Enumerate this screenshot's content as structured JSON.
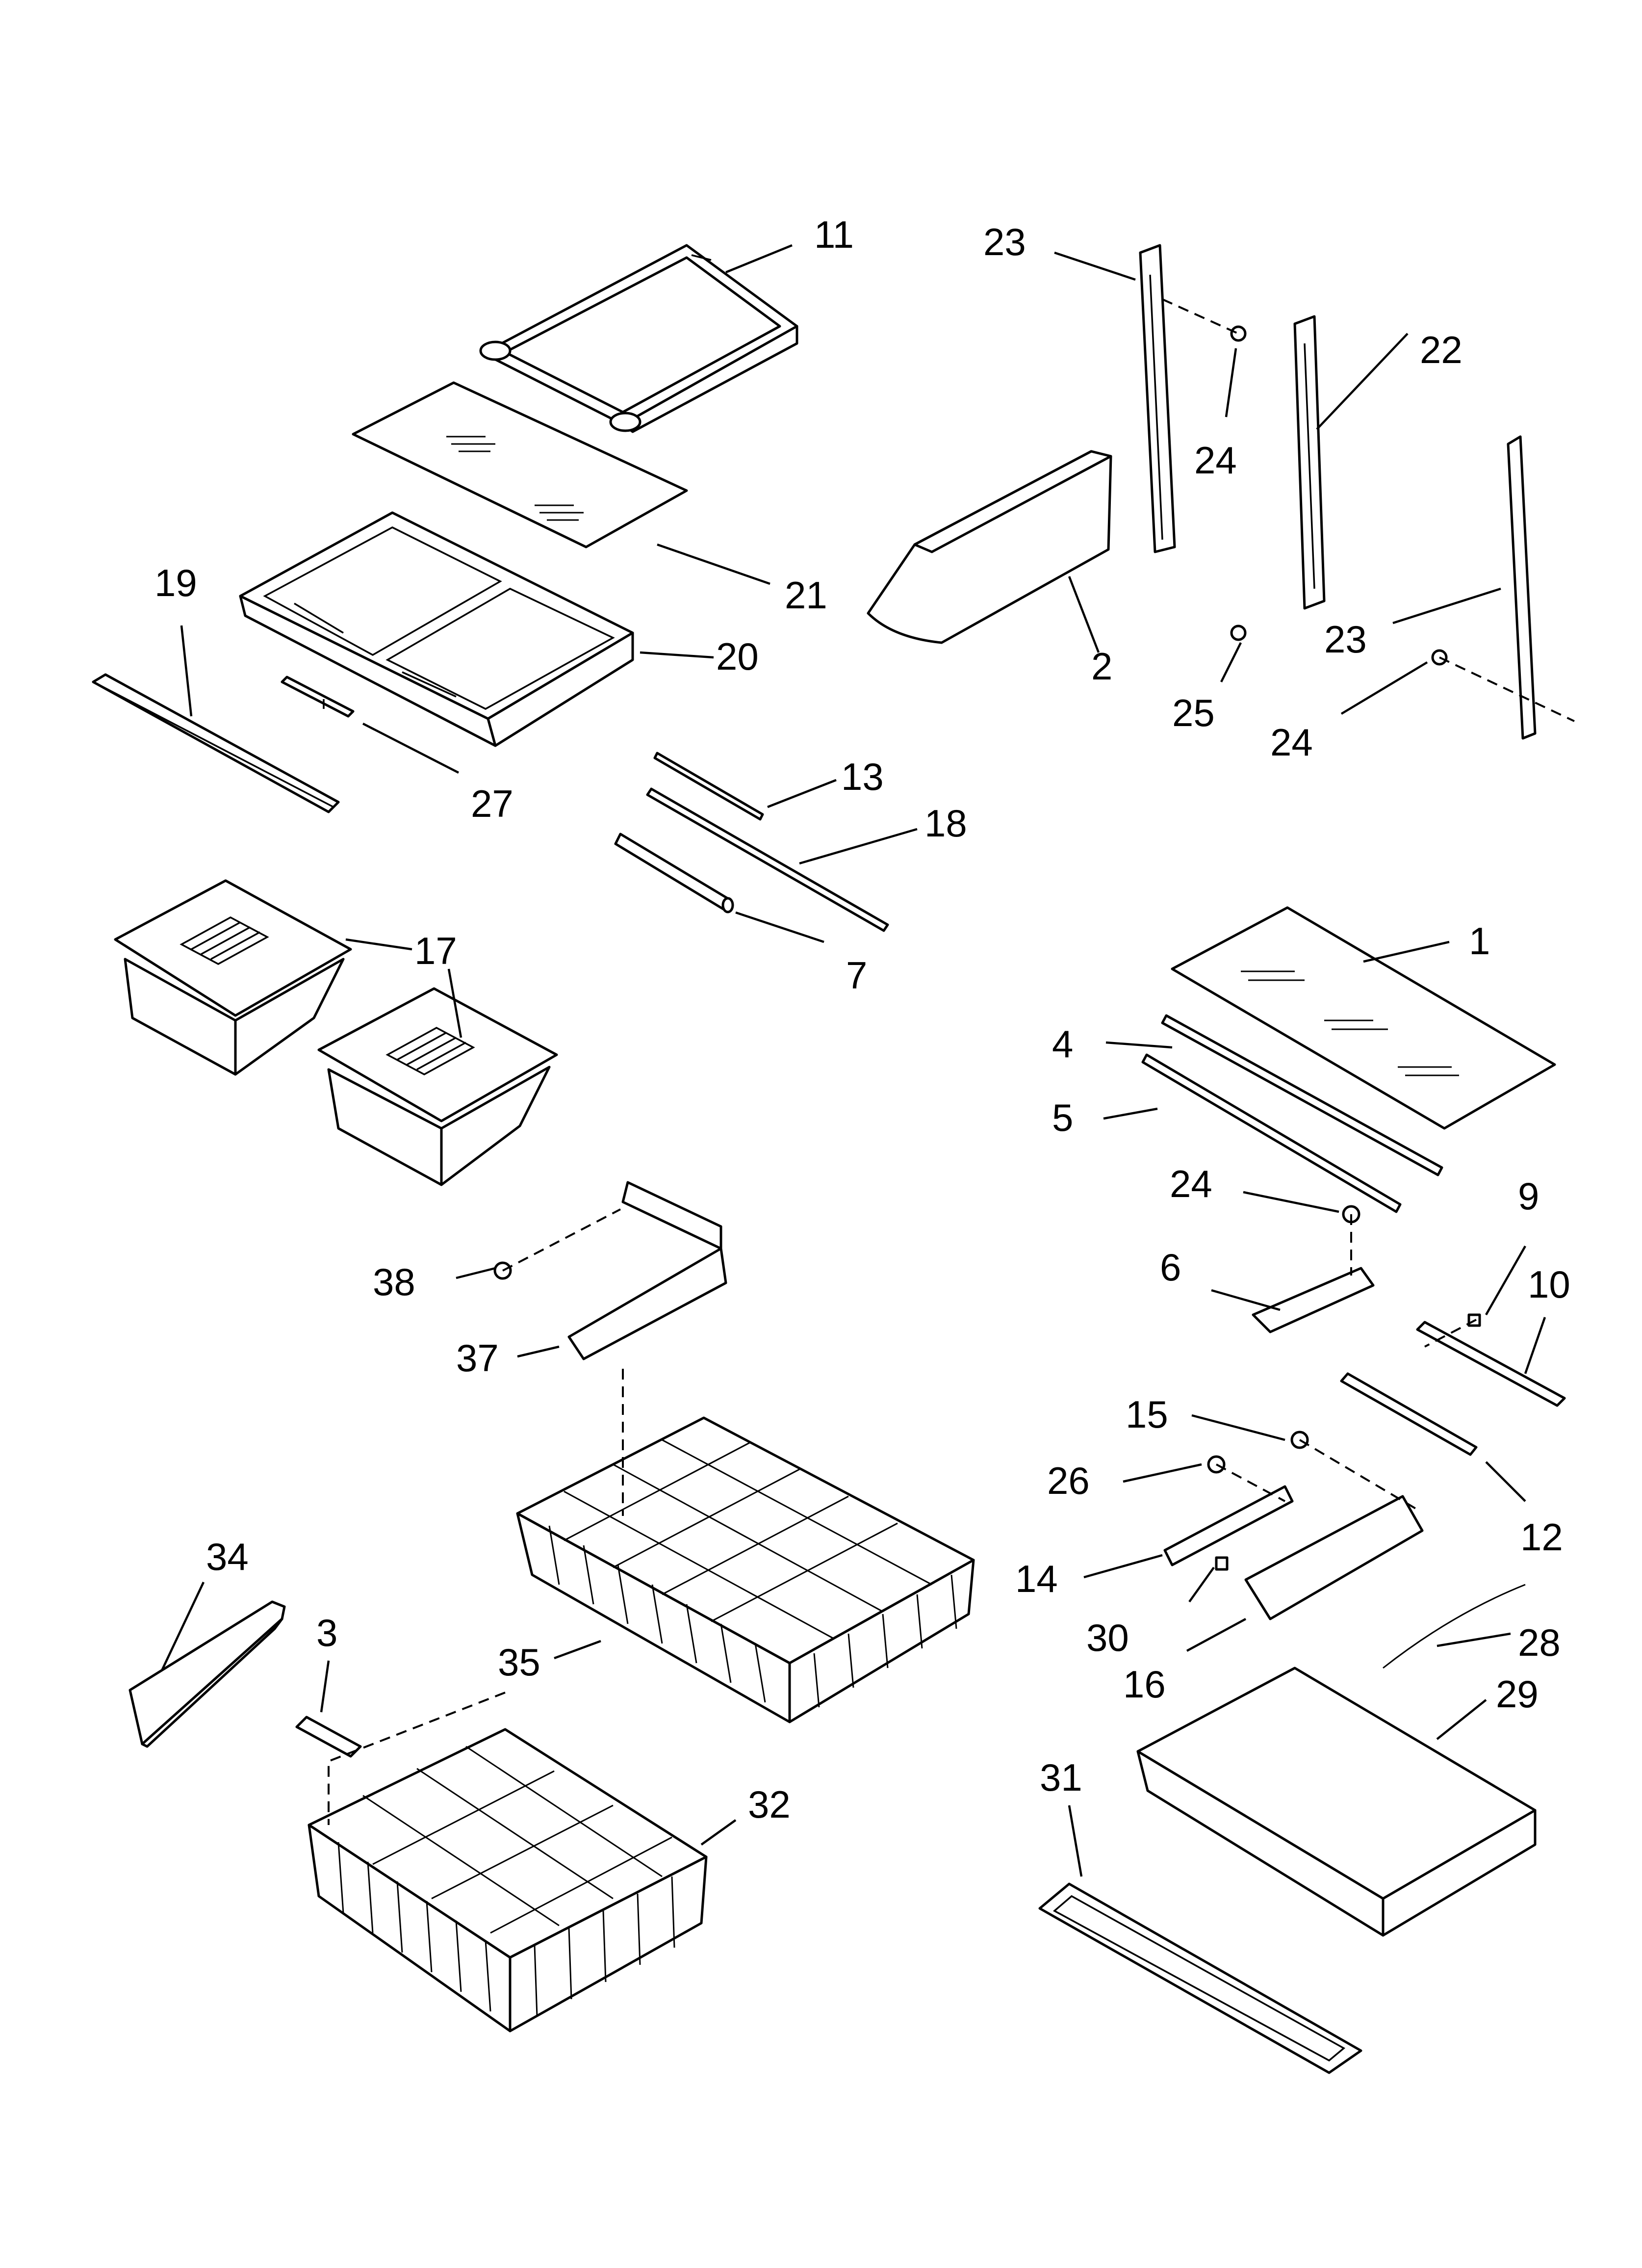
{
  "diagram": {
    "callouts": [
      {
        "id": "11",
        "text": "11"
      },
      {
        "id": "21",
        "text": "21"
      },
      {
        "id": "20",
        "text": "20"
      },
      {
        "id": "19",
        "text": "19"
      },
      {
        "id": "27",
        "text": "27"
      },
      {
        "id": "13",
        "text": "13"
      },
      {
        "id": "18",
        "text": "18"
      },
      {
        "id": "7",
        "text": "7"
      },
      {
        "id": "17",
        "text": "17"
      },
      {
        "id": "23a",
        "text": "23"
      },
      {
        "id": "24a",
        "text": "24"
      },
      {
        "id": "22",
        "text": "22"
      },
      {
        "id": "2",
        "text": "2"
      },
      {
        "id": "23b",
        "text": "23"
      },
      {
        "id": "25",
        "text": "25"
      },
      {
        "id": "24b",
        "text": "24"
      },
      {
        "id": "1",
        "text": "1"
      },
      {
        "id": "4",
        "text": "4"
      },
      {
        "id": "5",
        "text": "5"
      },
      {
        "id": "24c",
        "text": "24"
      },
      {
        "id": "6",
        "text": "6"
      },
      {
        "id": "9",
        "text": "9"
      },
      {
        "id": "10",
        "text": "10"
      },
      {
        "id": "15",
        "text": "15"
      },
      {
        "id": "26",
        "text": "26"
      },
      {
        "id": "12",
        "text": "12"
      },
      {
        "id": "14",
        "text": "14"
      },
      {
        "id": "30",
        "text": "30"
      },
      {
        "id": "16",
        "text": "16"
      },
      {
        "id": "28",
        "text": "28"
      },
      {
        "id": "29",
        "text": "29"
      },
      {
        "id": "31",
        "text": "31"
      },
      {
        "id": "38",
        "text": "38"
      },
      {
        "id": "37",
        "text": "37"
      },
      {
        "id": "34",
        "text": "34"
      },
      {
        "id": "3",
        "text": "3"
      },
      {
        "id": "35",
        "text": "35"
      },
      {
        "id": "32",
        "text": "32"
      }
    ]
  }
}
